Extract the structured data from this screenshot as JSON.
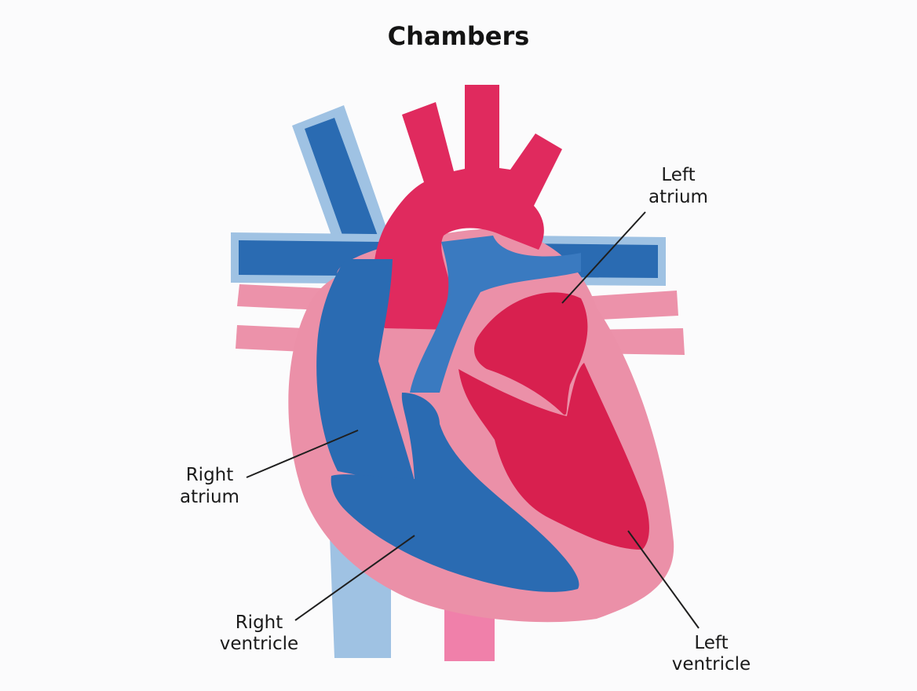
{
  "title": "Chambers",
  "labels": {
    "left_atrium": {
      "line1": "Left",
      "line2": "atrium"
    },
    "right_atrium": {
      "line1": "Right",
      "line2": "atrium"
    },
    "right_ventricle": {
      "line1": "Right",
      "line2": "ventricle"
    },
    "left_ventricle": {
      "line1": "Left",
      "line2": "ventricle"
    }
  },
  "colors": {
    "background": "#fbfbfc",
    "oxygen_poor_blue": "#2a6bb2",
    "vessel_light_blue": "#9fc2e3",
    "oxygen_rich_red": "#d8204f",
    "aorta_red": "#e02a5e",
    "muscle_pink": "#eb90a8",
    "vessel_pink": "#f080aa"
  }
}
